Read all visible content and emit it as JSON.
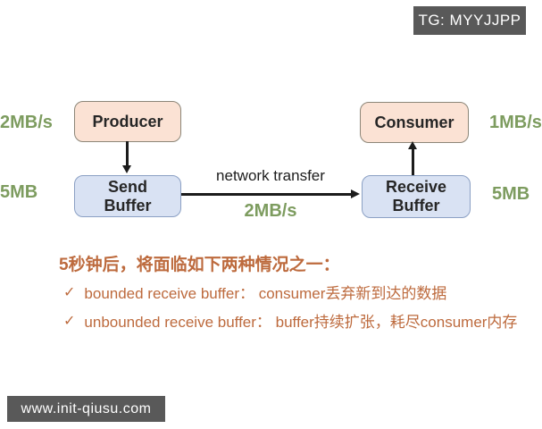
{
  "badges": {
    "tg": "TG: MYYJJPP",
    "site": "www.init-qiusu.com"
  },
  "diagram": {
    "nodes": {
      "producer": {
        "label": "Producer"
      },
      "consumer": {
        "label": "Consumer"
      },
      "send_buffer": {
        "label": "Send\nBuffer"
      },
      "receive_buffer": {
        "label": "Receive\nBuffer"
      }
    },
    "labels": {
      "producer_rate": "2MB/s",
      "send_buffer_size": "5MB",
      "consumer_rate": "1MB/s",
      "receive_buffer_size": "5MB",
      "transfer_label": "network transfer",
      "transfer_rate": "2MB/s"
    }
  },
  "notes": {
    "heading": "5秒钟后，将面临如下两种情况之一：",
    "items": [
      {
        "check": "✓",
        "text": "bounded receive buffer： consumer丢弃新到达的数据"
      },
      {
        "check": "✓",
        "text": "unbounded receive buffer： buffer持续扩张，耗尽consumer内存"
      }
    ]
  },
  "colors": {
    "producer_consumer_fill": "#fbe2d4",
    "buffer_fill": "#d9e2f3",
    "green_label": "#7d9c5f",
    "orange_text": "#bd6a3d",
    "badge_bg": "#595959",
    "arrow": "#1c1c1c"
  }
}
